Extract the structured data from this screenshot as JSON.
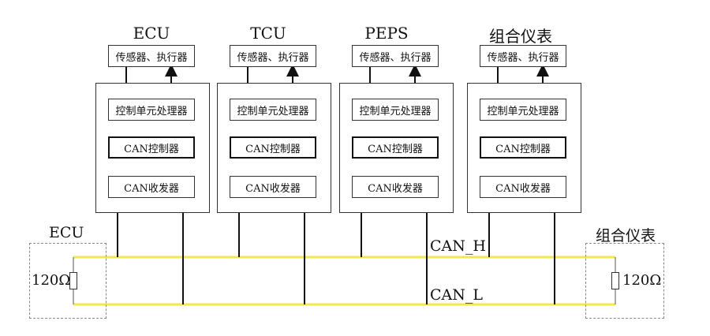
{
  "ecus": [
    {
      "title": "ECU",
      "sensor": "传感器、执行器",
      "control": "控制单元处理器",
      "can_ctrl": "CAN控制器",
      "can_trans": "CAN收发器"
    },
    {
      "title": "TCU",
      "sensor": "传感器、执行器",
      "control": "控制单元处理器",
      "can_ctrl": "CAN控制器",
      "can_trans": "CAN收发器"
    },
    {
      "title": "PEPS",
      "sensor": "传感器、执行器",
      "control": "控制单元处理器",
      "can_ctrl": "CAN控制器",
      "can_trans": "CAN收发器"
    },
    {
      "title": "组合仪表",
      "sensor": "传感器、执行器",
      "control": "控制单元处理器",
      "can_ctrl": "CAN控制器",
      "can_trans": "CAN收发器"
    }
  ],
  "bus": {
    "can_h": "CAN_H",
    "can_l": "CAN_L",
    "color": "#f2e84b"
  },
  "terminators": {
    "left": {
      "title": "ECU",
      "resistance": "120Ω"
    },
    "right": {
      "title": "组合仪表",
      "resistance": "120Ω"
    }
  }
}
